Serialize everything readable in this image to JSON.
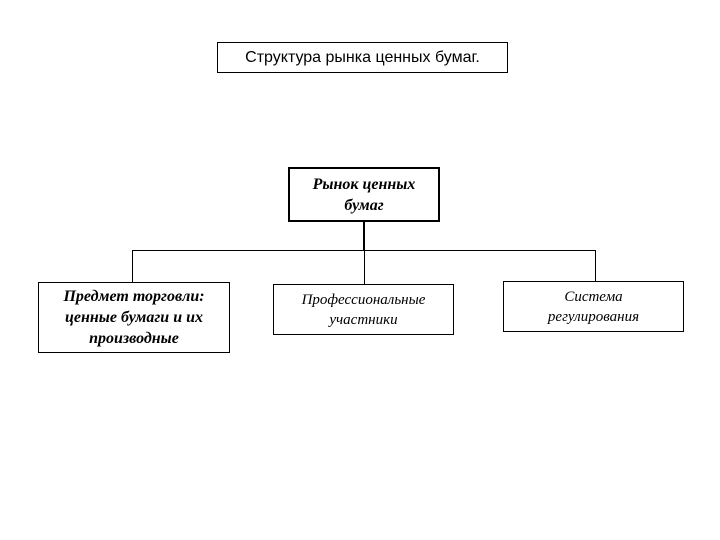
{
  "slide": {
    "title": "Структура рынка ценных бумаг."
  },
  "diagram": {
    "root": {
      "lines": [
        "Рынок ценных",
        "бумаг"
      ]
    },
    "children": [
      {
        "lines": [
          "Предмет торговли:",
          "ценные бумаги и их",
          "производные"
        ]
      },
      {
        "lines": [
          "Профессиональные",
          "участники"
        ]
      },
      {
        "lines": [
          "Система",
          "регулирования"
        ]
      }
    ]
  },
  "colors": {
    "background": "#ffffff",
    "border": "#000000",
    "text": "#000000",
    "connector": "#000000"
  }
}
